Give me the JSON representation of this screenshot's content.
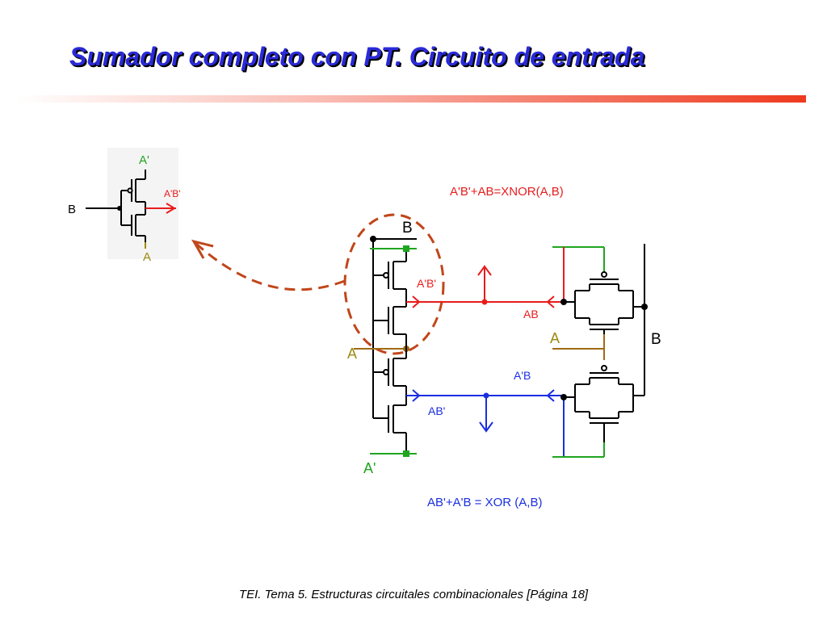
{
  "slide": {
    "title": "Sumador completo con PT. Circuito de entrada",
    "footer": "TEI. Tema 5. Estructuras circuitales combinacionales [Página 18]"
  },
  "inset": {
    "top_label": "A'",
    "input_label": "B",
    "output_label": "A'B'",
    "bottom_label": "A"
  },
  "main": {
    "xnor_equation": "A'B'+AB=XNOR(A,B)",
    "xor_equation": "AB'+A'B = XOR (A,B)",
    "left_B": "B",
    "left_A": "A",
    "left_Aprime": "A'",
    "node_AB_prime_prime": "A'B'",
    "node_AB": "AB",
    "node_A_right": "A",
    "node_B_right": "B",
    "node_AprimeB": "A'B",
    "node_ABprime": "AB'"
  },
  "colors": {
    "title_blue": "#2a2ad8",
    "rule_red": "#ee3a1e",
    "wire_red": "#e81c1c",
    "wire_blue": "#1a2ee0",
    "wire_green": "#1fa51f",
    "wire_brown": "#a06a14",
    "callout_dash": "#c0461a"
  }
}
